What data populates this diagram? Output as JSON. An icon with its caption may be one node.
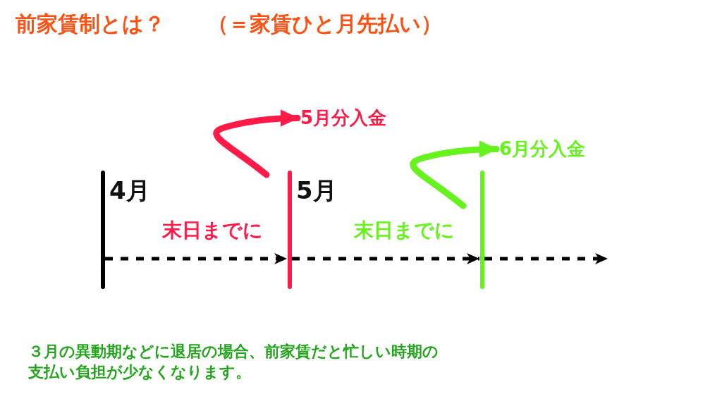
{
  "diagram": {
    "title": "前家賃制とは？　　（＝家賃ひと月先払い）",
    "nodes": [
      {
        "text": [],
        "shape": "bar",
        "beside": [
          "4月"
        ]
      },
      {
        "text": [],
        "shape": "bar",
        "beside": [
          "5月"
        ]
      },
      {
        "text": [],
        "shape": "bar"
      },
      {
        "text": [
          "5月分入金"
        ]
      },
      {
        "text": [
          "6月分入金"
        ]
      }
    ],
    "edges": [
      {
        "from": 0,
        "to": 1,
        "arrow": "to",
        "style": "dashed"
      },
      {
        "from": 1,
        "to": 2,
        "arrow": "to",
        "style": "dashed"
      },
      {
        "from": 2,
        "to": null,
        "arrow": "to",
        "style": "dashed"
      },
      {
        "from": null,
        "to": 3,
        "arrow": "to",
        "style": "thick",
        "color": "#ff1a47"
      },
      {
        "from": null,
        "to": 4,
        "arrow": "to",
        "style": "thick",
        "color": "#66f21c"
      }
    ],
    "labels": [
      "末日までに",
      "末日までに",
      "３月の異動期などに退居の場合、前家賃だと忙しい時期の支払い負担が少なくなります。"
    ]
  }
}
